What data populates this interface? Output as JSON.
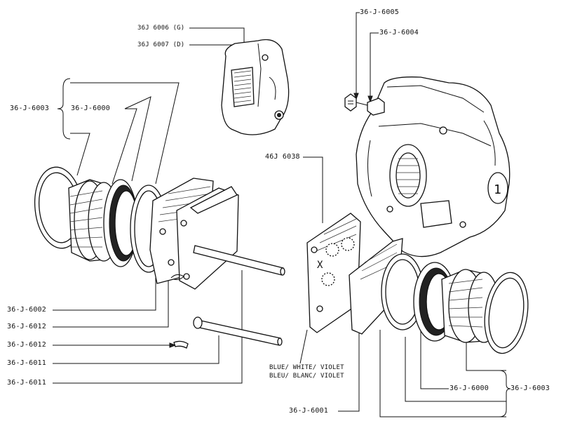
{
  "labels": {
    "p6005": "36-J-6005",
    "p6004": "36-J-6004",
    "p6006": "36J 6006 (G)",
    "p6007": "36J 6007 (D)",
    "p6003_left": "36-J-6003",
    "p6000_left": "36-J-6000",
    "p6038": "46J 6038",
    "p6002": "36-J-6002",
    "p6012_a": "36-J-6012",
    "p6012_b": "36-J-6012",
    "p6011_a": "36-J-6011",
    "p6011_b": "36-J-6011",
    "color_en": "BLUE/ WHITE/ VIOLET",
    "color_fr": "BLEU/ BLANC/ VIOLET",
    "p6001": "36-J-6001",
    "p6000_right": "36-J-6000",
    "p6003_right": "36-J-6003"
  },
  "marks": {
    "pad_x": "X",
    "caliper_one": "1"
  }
}
